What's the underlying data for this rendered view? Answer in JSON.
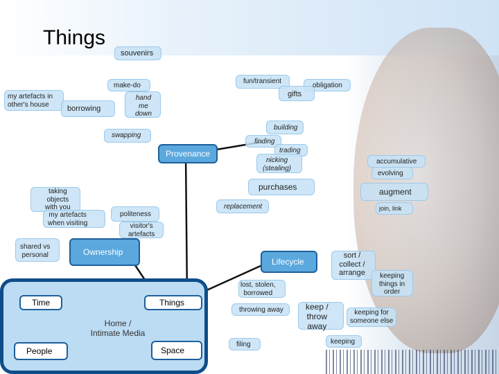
{
  "title": "Things",
  "nodes": {
    "souvenirs": "souvenirs",
    "fun_transient": "fun/transient",
    "obligation": "obligation",
    "gifts": "gifts",
    "make_do": "make-do",
    "my_artefacts": "my artefacts in\nother's house",
    "borrowing": "borrowing",
    "hand_me_down": "hand\nme\ndown",
    "building": "building",
    "swapping": "swapping",
    "finding": "finding",
    "trading": "trading",
    "nicking": "nicking\n(stealing)",
    "accumulative": "accumulative",
    "evolving": "evolving",
    "provenance": "Provenance",
    "purchases": "purchases",
    "augment": "augment",
    "replacement": "replacement",
    "join_link": "join, link",
    "taking_objects": "taking\nobjects\nwith you",
    "my_artefacts_visiting": "my artefacts\nwhen visiting",
    "politeness": "politeness",
    "visitors_artefacts": "visitor's\nartefacts",
    "shared_vs_personal": "shared vs\npersonal",
    "ownership": "Ownership",
    "lifecycle": "Lifecycle",
    "sort_collect": "sort /\ncollect /\narrange",
    "keeping_in_order": "keeping\nthings in\norder",
    "lost_stolen": "lost, stolen,\nborrowed",
    "throwing_away": "throwing away",
    "keep_throw": "keep /\nthrow\naway",
    "keeping_for_someone": "keeping for\nsomeone else",
    "filing": "filing",
    "keeping": "keeping",
    "time": "Time",
    "things": "Things",
    "home_media": "Home /\nIntimate Media",
    "people": "People",
    "space": "Space"
  }
}
